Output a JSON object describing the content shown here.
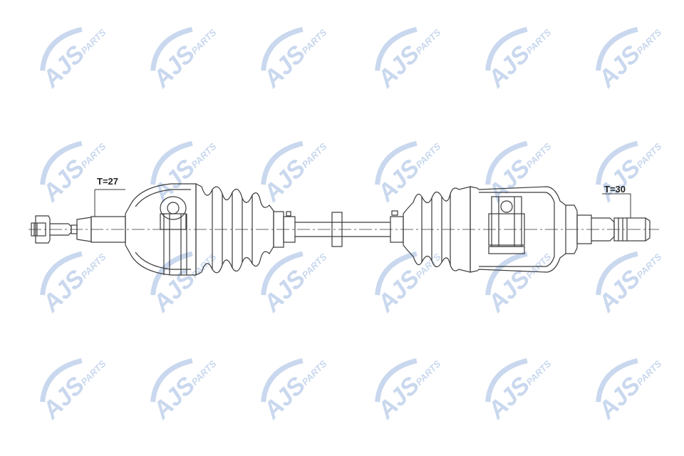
{
  "watermark": {
    "brand": "AJS",
    "word": "PARTS",
    "color": "#c9d8ee"
  },
  "diagram": {
    "line_color": "#3a3a3a",
    "left_label": "T=27",
    "right_label": "T=30"
  }
}
